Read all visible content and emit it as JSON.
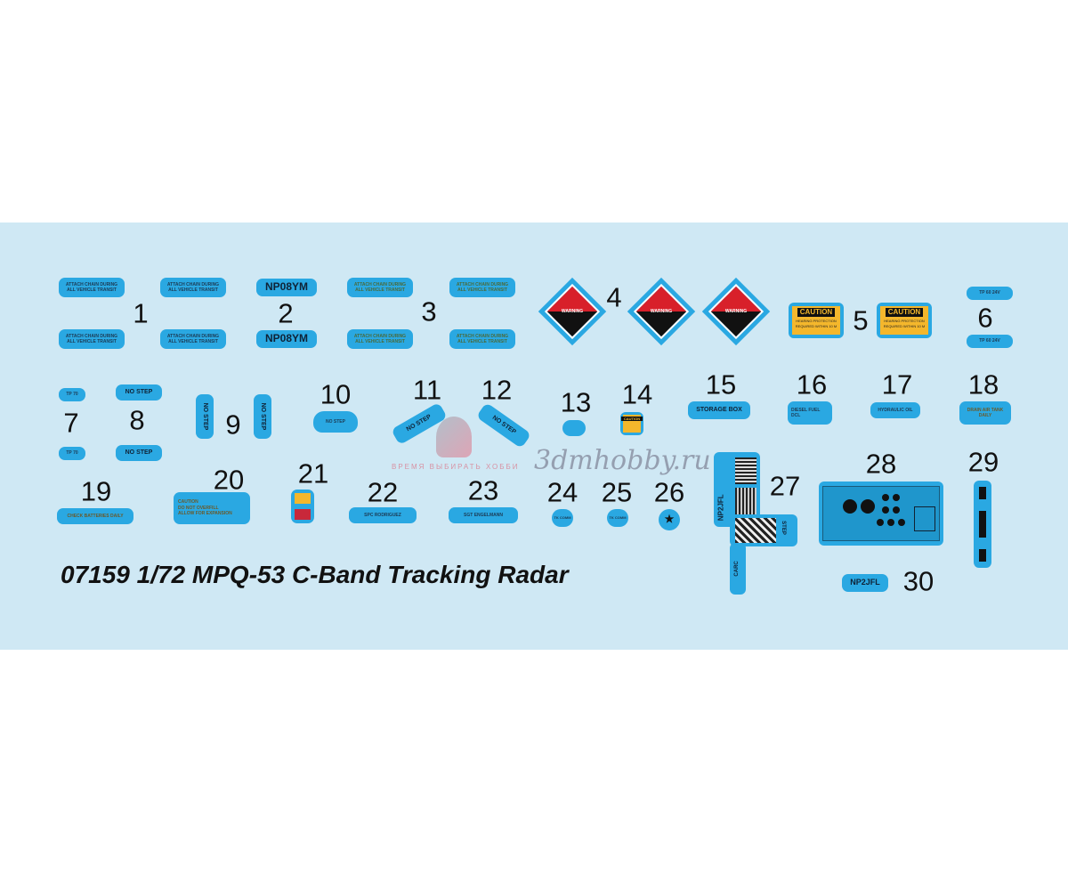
{
  "title": "07159 1/72 MPQ-53 C-Band Tracking Radar",
  "numbers": [
    "1",
    "2",
    "3",
    "4",
    "5",
    "6",
    "7",
    "8",
    "9",
    "10",
    "11",
    "12",
    "13",
    "14",
    "15",
    "16",
    "17",
    "18",
    "19",
    "20",
    "21",
    "22",
    "23",
    "24",
    "25",
    "26",
    "27",
    "28",
    "29",
    "30"
  ],
  "decals": {
    "attach_line1": "ATTACH  CHAIN  DURING",
    "attach_line2": "ALL  VEHICLE  TRANSIT",
    "plate": "NP08YM",
    "warning": "WARNING",
    "caution": "CAUTION",
    "hearing_line1": "HEARING PROTECTION",
    "hearing_line2": "REQUIRED WITHIN 10 M",
    "tp60": "TP 60   24V",
    "tp70": "TP 70",
    "no_step": "NO STEP",
    "storage_box": "STORAGE BOX",
    "diesel_line1": "DIESEL FUEL",
    "diesel_line2": "DCL",
    "hydraulic": "HYDRAULIC OIL",
    "drain_line1": "DRAIN AIR TANK",
    "drain_line2": "DAILY",
    "check_batteries": "CHECK BATTERIES DAILY",
    "caution_fill_line1": "CAUTION",
    "caution_fill_line2": "DO NOT OVERFILL",
    "caution_fill_line3": "ALLOW FOR EXPANSION",
    "spc": "SPC RODRIGUEZ",
    "sgt": "SGT ENGELMANN",
    "tk_comm": "TK COMM",
    "star": "★",
    "np2jfl": "NP2JFL",
    "carc": "CARC",
    "step": "STEP"
  },
  "watermark": {
    "brand": "3dmhobby.ru",
    "slogan": "ВРЕМЯ ВЫБИРАТЬ   ХОББИ"
  },
  "colors": {
    "sheet": "#cfe8f4",
    "decal_blue": "#2aa8e2",
    "warning_red": "#d8202a",
    "caution_yellow": "#f4b72c"
  }
}
